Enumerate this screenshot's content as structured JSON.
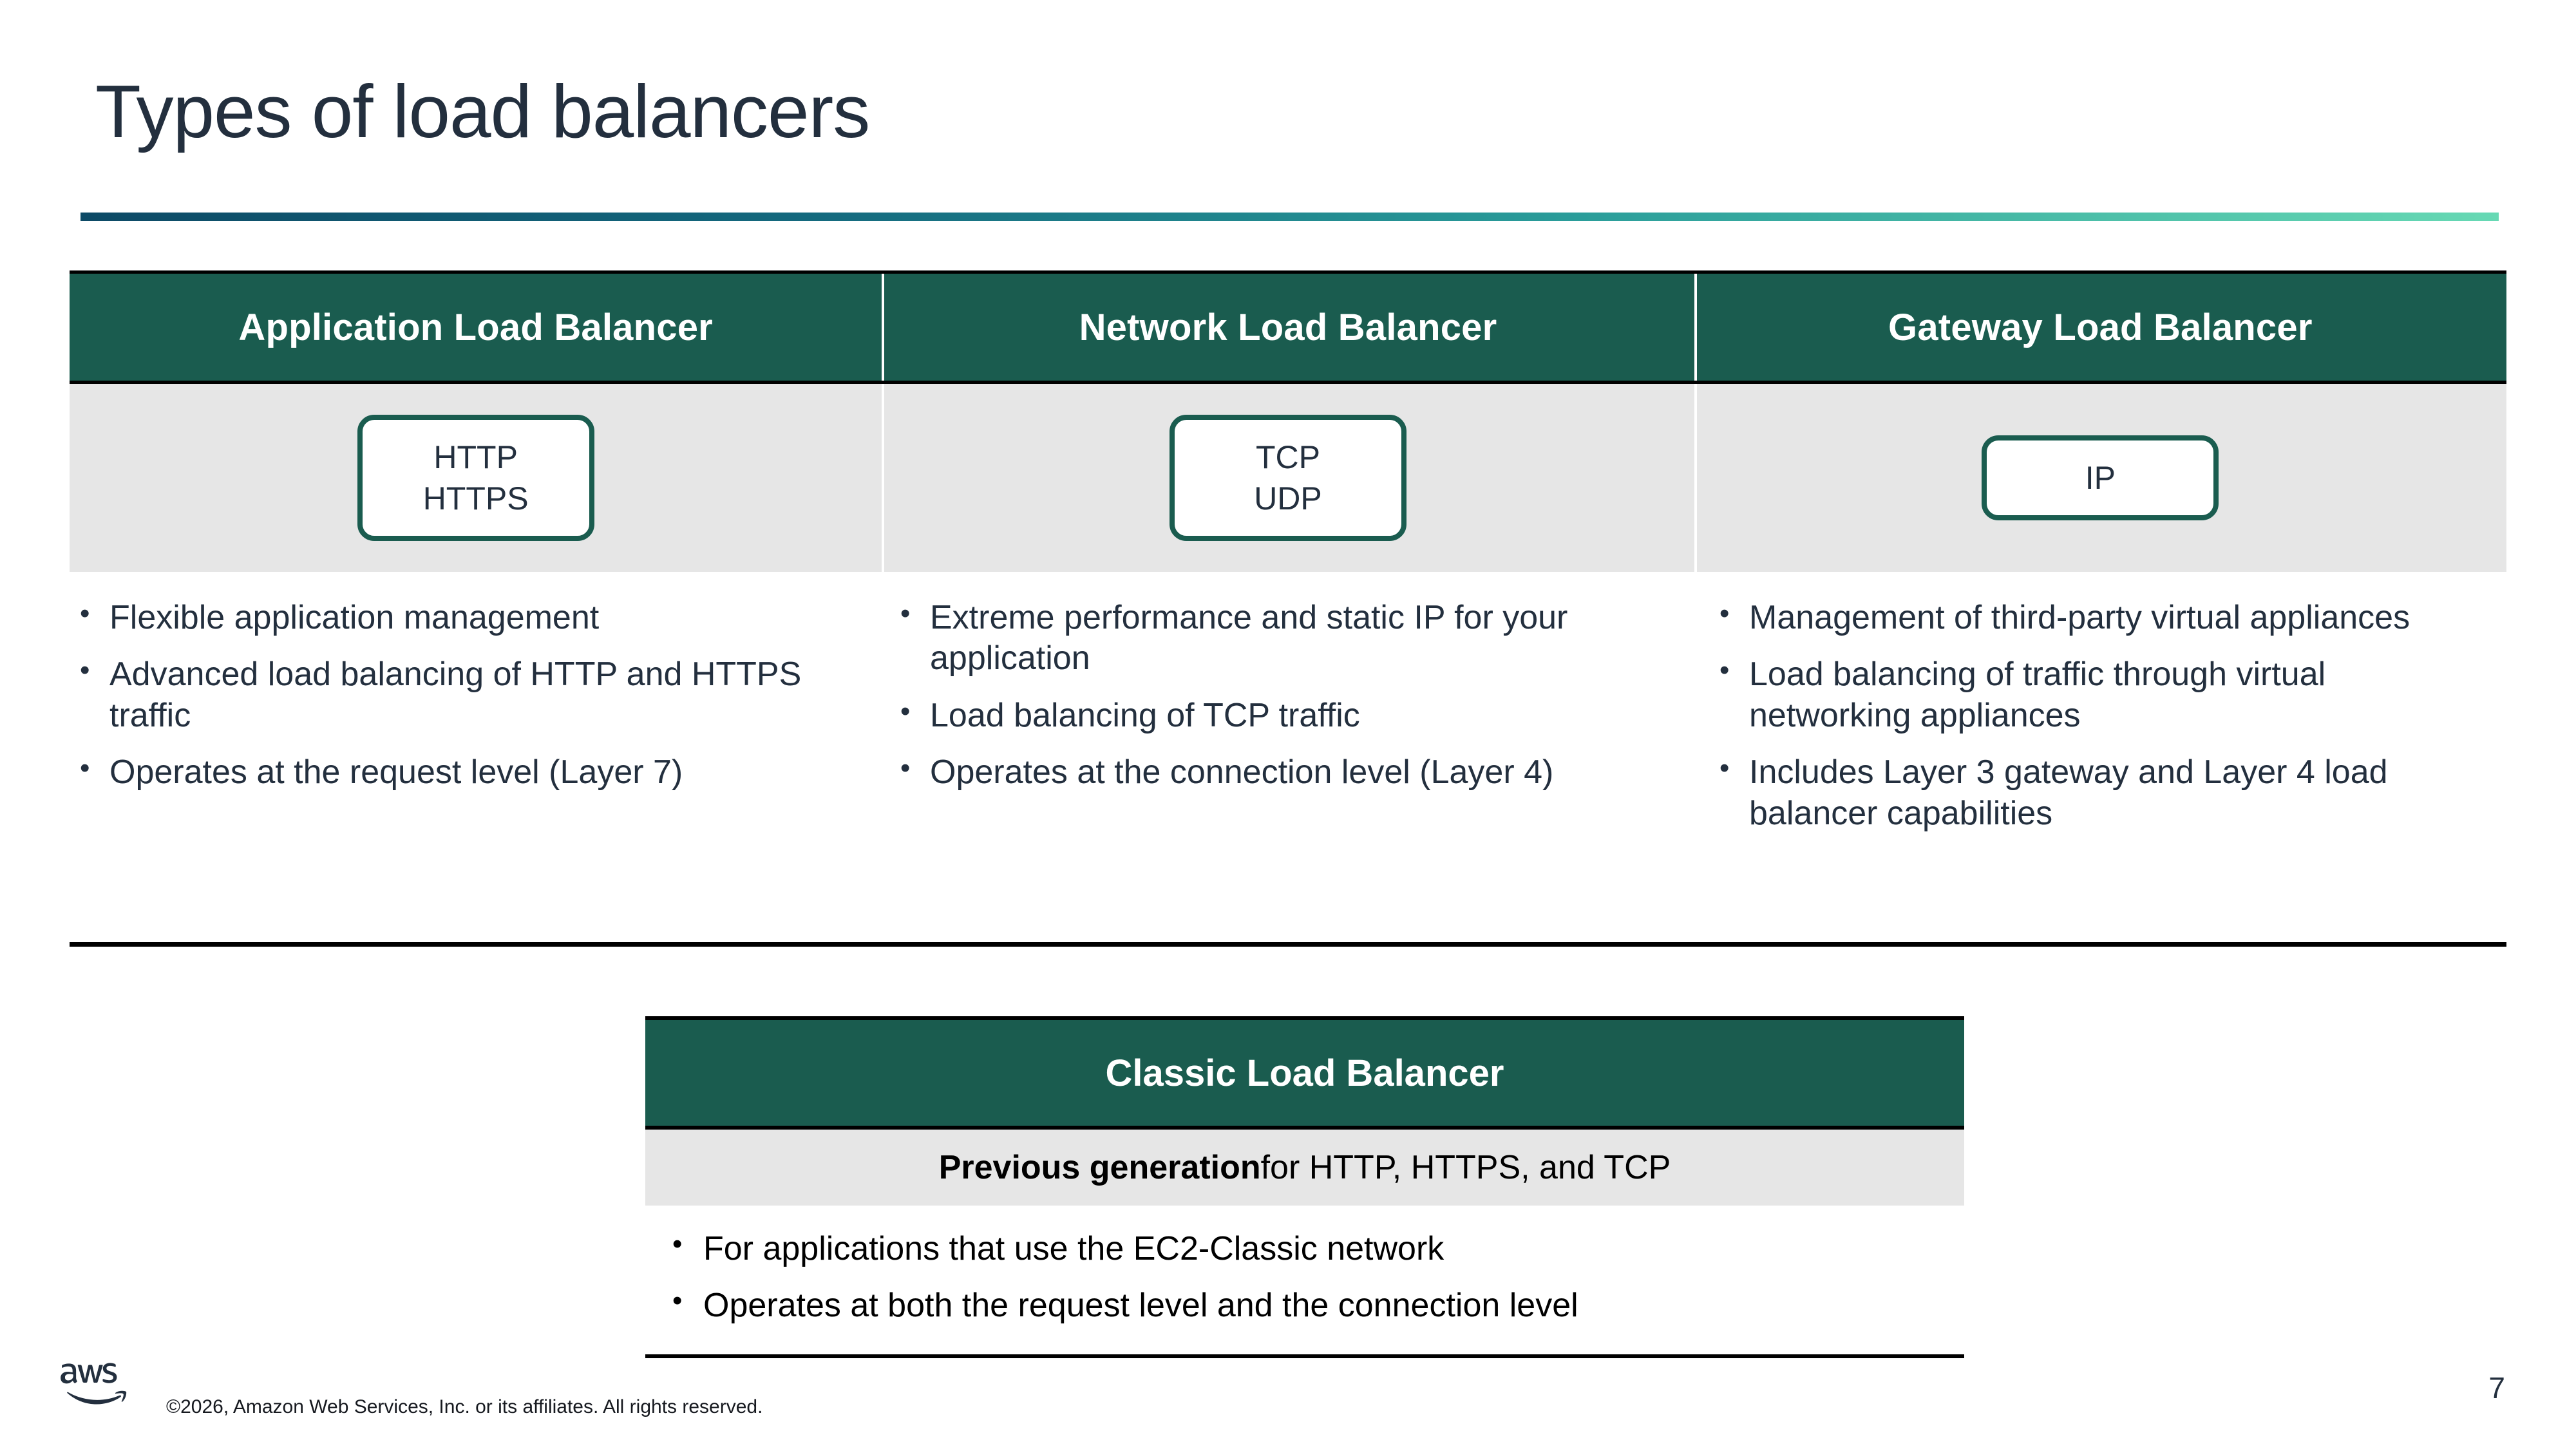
{
  "slide": {
    "title": "Types of load balancers",
    "number": "7"
  },
  "accent": {
    "rule_start": "#0d4a66",
    "rule_end": "#67d9b4",
    "header_green": "#1a5c4f",
    "band_gray": "#e6e6e6",
    "text_navy": "#232f3e"
  },
  "comparison": {
    "columns": [
      {
        "header": "Application Load Balancer",
        "protocols": [
          "HTTP",
          "HTTPS"
        ],
        "bullets": [
          "Flexible application management",
          "Advanced load balancing of HTTP and HTTPS traffic",
          "Operates at the request level (Layer 7)"
        ]
      },
      {
        "header": "Network Load Balancer",
        "protocols": [
          "TCP",
          "UDP"
        ],
        "bullets": [
          "Extreme performance and static IP for your application",
          "Load balancing of TCP traffic",
          "Operates at the connection level (Layer 4)"
        ]
      },
      {
        "header": "Gateway Load Balancer",
        "protocols": [
          "IP"
        ],
        "bullets": [
          "Management of third-party virtual appliances",
          "Load balancing of traffic through virtual networking appliances",
          "Includes Layer 3 gateway and Layer 4 load balancer capabilities"
        ]
      }
    ]
  },
  "classic": {
    "header": "Classic Load Balancer",
    "subtitle_strong": "Previous generation",
    "subtitle_normal": " for HTTP, HTTPS, and TCP",
    "bullets": [
      "For applications that use the EC2-Classic network",
      "Operates at both the request level and the connection level"
    ]
  },
  "footer": {
    "logo": "aws-logo",
    "copyright": "©2026, Amazon Web Services, Inc. or its affiliates. All rights reserved."
  }
}
